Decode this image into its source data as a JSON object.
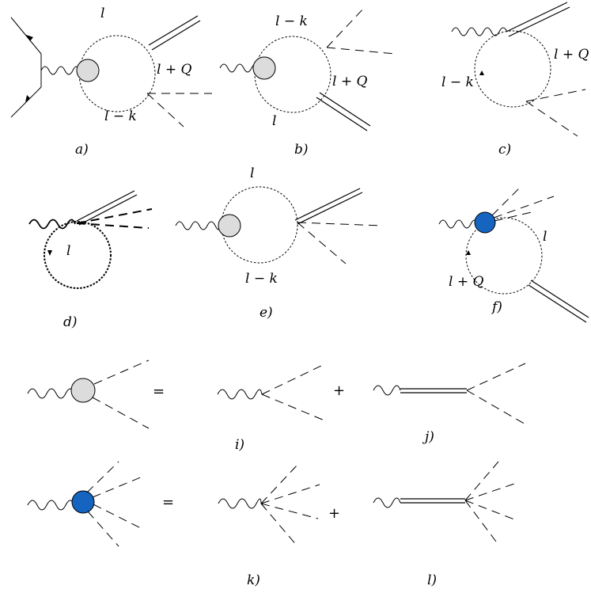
{
  "panels": {
    "a": {
      "caption": "a)",
      "top": "l",
      "right": "l + Q",
      "bottom": "l − k"
    },
    "b": {
      "caption": "b)",
      "top": "l − k",
      "right": "l + Q",
      "bottom": "l"
    },
    "c": {
      "caption": "c)",
      "right": "l + Q",
      "left": "l − k"
    },
    "d": {
      "caption": "d)",
      "inside": "l"
    },
    "e": {
      "caption": "e)",
      "top": "l",
      "bottom": "l − k"
    },
    "f": {
      "caption": "f)",
      "right": "l",
      "left": "l + Q"
    }
  },
  "vertex_defs": {
    "grey": {
      "equals": "=",
      "plus": "+",
      "caption_left": "i)",
      "caption_right": "j)"
    },
    "blue": {
      "equals": "=",
      "plus": "+",
      "caption_left": "k)",
      "caption_right": "l)"
    }
  },
  "colors": {
    "grey_blob": "#dcdcdc",
    "blue_blob": "#1565c0"
  }
}
